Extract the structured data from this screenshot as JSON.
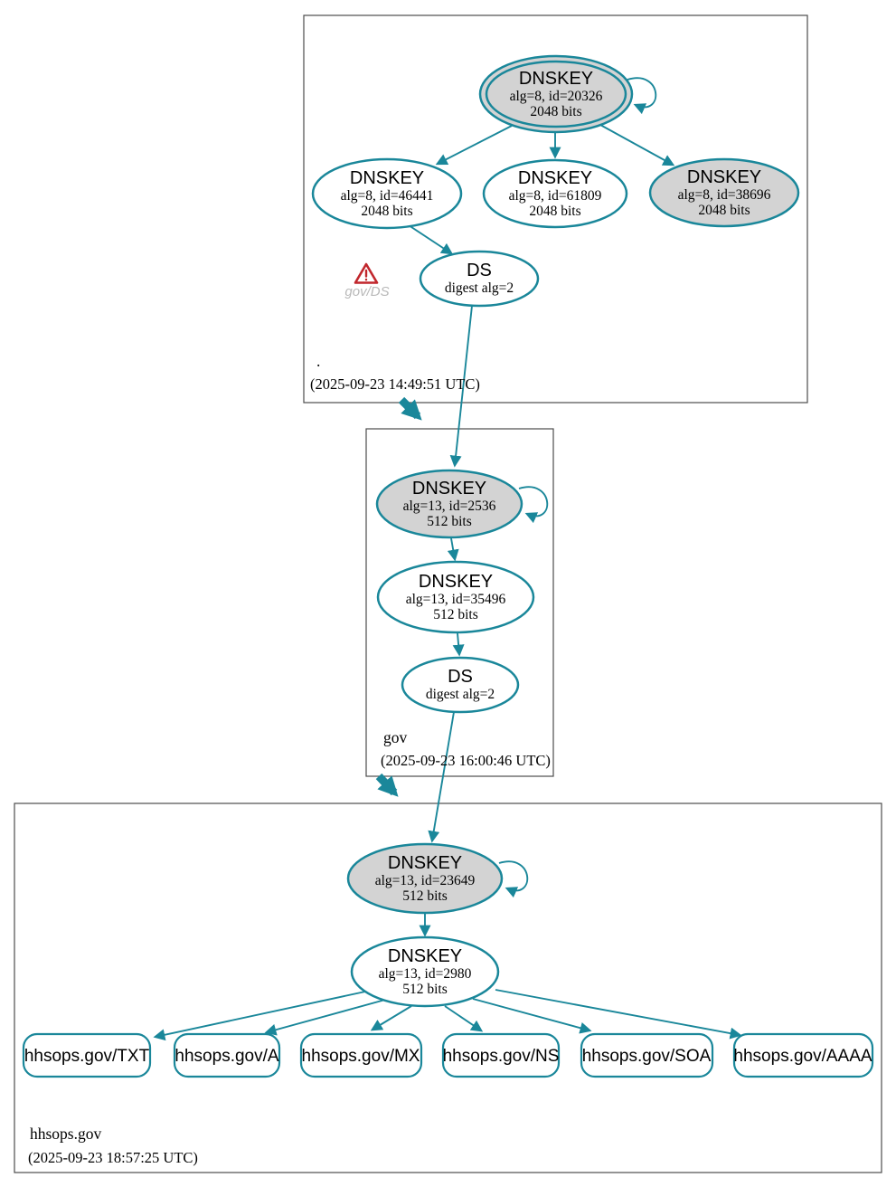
{
  "colors": {
    "edge_teal": "#1a879a",
    "ksk_fill_gray": "#d3d3d3",
    "node_fill_white": "#ffffff",
    "zone_border_gray": "#4c4c4c",
    "warning_red": "#c1272d",
    "muted_label_gray": "#b9b9b9"
  },
  "zones": {
    "root": {
      "label": ".",
      "timestamp": "(2025-09-23 14:49:51 UTC)",
      "ksk": {
        "title": "DNSKEY",
        "line1": "alg=8, id=20326",
        "line2": "2048 bits"
      },
      "zsk1": {
        "title": "DNSKEY",
        "line1": "alg=8, id=46441",
        "line2": "2048 bits"
      },
      "zsk2": {
        "title": "DNSKEY",
        "line1": "alg=8, id=61809",
        "line2": "2048 bits"
      },
      "zsk3": {
        "title": "DNSKEY",
        "line1": "alg=8, id=38696",
        "line2": "2048 bits"
      },
      "ds": {
        "title": "DS",
        "line1": "digest alg=2"
      },
      "warning_label": "gov/DS",
      "warning_icon": "warning-triangle-icon"
    },
    "gov": {
      "label": "gov",
      "timestamp": "(2025-09-23 16:00:46 UTC)",
      "ksk": {
        "title": "DNSKEY",
        "line1": "alg=13, id=2536",
        "line2": "512 bits"
      },
      "zsk": {
        "title": "DNSKEY",
        "line1": "alg=13, id=35496",
        "line2": "512 bits"
      },
      "ds": {
        "title": "DS",
        "line1": "digest alg=2"
      }
    },
    "hhsops": {
      "label": "hhsops.gov",
      "timestamp": "(2025-09-23 18:57:25 UTC)",
      "ksk": {
        "title": "DNSKEY",
        "line1": "alg=13, id=23649",
        "line2": "512 bits"
      },
      "zsk": {
        "title": "DNSKEY",
        "line1": "alg=13, id=2980",
        "line2": "512 bits"
      },
      "rrsets": [
        "hhsops.gov/TXT",
        "hhsops.gov/A",
        "hhsops.gov/MX",
        "hhsops.gov/NS",
        "hhsops.gov/SOA",
        "hhsops.gov/AAAA"
      ]
    }
  }
}
